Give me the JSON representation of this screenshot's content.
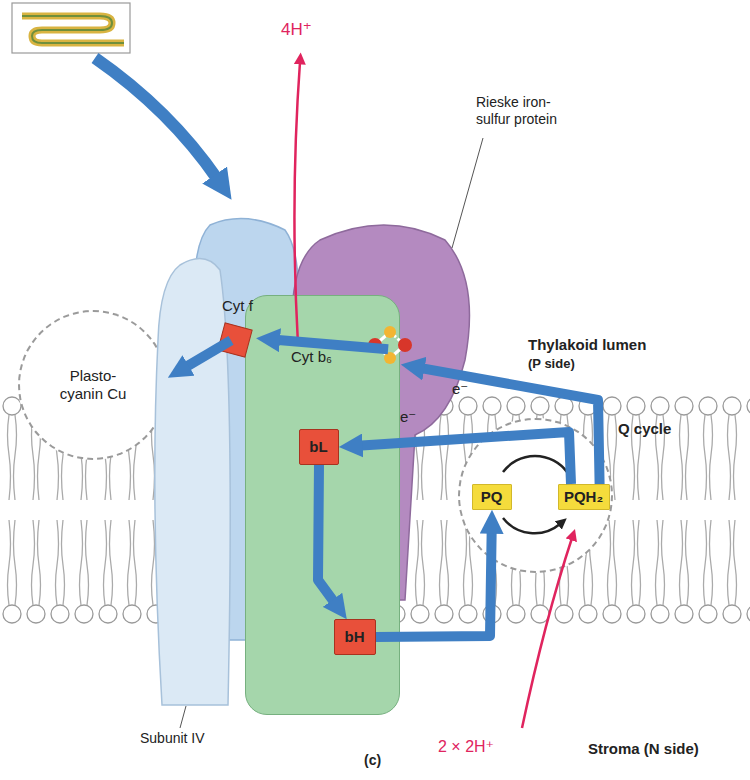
{
  "diagram": {
    "nodes": [
      {
        "text": [
          "Plasto- cyanin Cu"
        ]
      },
      {
        "text": [
          "Cyt f"
        ]
      },
      {
        "text": [
          "Rieske iron- sulfur protein"
        ]
      },
      {
        "text": [
          "Cyt b₆"
        ]
      },
      {
        "text": [
          "bL"
        ],
        "in": 3
      },
      {
        "text": [
          "bH"
        ],
        "in": 3
      },
      {
        "text": [
          "Q cycle"
        ]
      },
      {
        "text": [
          "PQ"
        ],
        "in": 6
      },
      {
        "text": [
          "PQH₂"
        ],
        "in": 6
      },
      {
        "text": [
          "Subunit IV"
        ]
      }
    ],
    "edges": [
      {
        "from": 1,
        "to": 0,
        "arrow": "to"
      },
      {
        "from": 2,
        "to": 1,
        "arrow": "to"
      },
      {
        "from": 8,
        "to": 2,
        "label": "e⁻",
        "arrow": "to"
      },
      {
        "from": 8,
        "to": 4,
        "label": "e⁻",
        "arrow": "to"
      },
      {
        "from": 4,
        "to": 5,
        "arrow": "to"
      },
      {
        "from": 5,
        "to": 7,
        "arrow": "to"
      }
    ],
    "labels": [
      "4H⁺",
      "Thylakoid lumen",
      "(P side)",
      "Stroma (N side)",
      "2 × 2H⁺",
      "(c)"
    ]
  }
}
